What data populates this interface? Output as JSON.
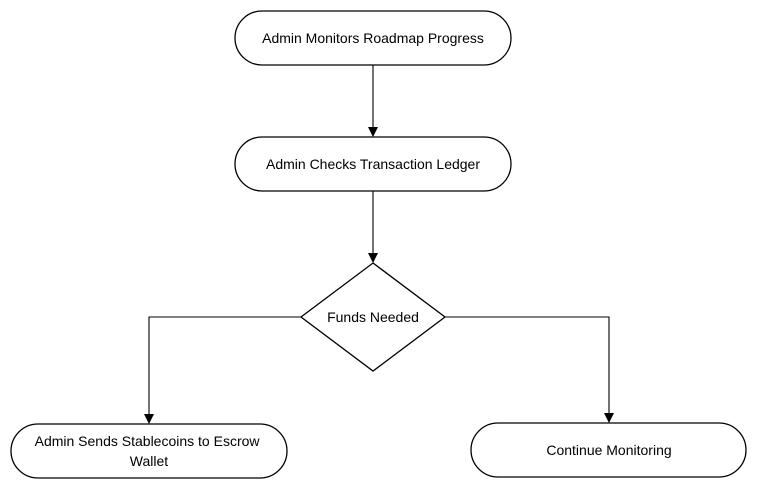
{
  "diagram": {
    "nodes": {
      "monitor": {
        "label": "Admin Monitors Roadmap Progress",
        "shape": "rounded-rect"
      },
      "ledger": {
        "label": "Admin Checks Transaction Ledger",
        "shape": "rounded-rect"
      },
      "decision": {
        "label": "Funds Needed",
        "shape": "diamond"
      },
      "send": {
        "label_line1": "Admin Sends Stablecoins to Escrow",
        "label_line2": "Wallet",
        "shape": "rounded-rect"
      },
      "continue": {
        "label": "Continue Monitoring",
        "shape": "rounded-rect"
      }
    },
    "edges": [
      {
        "from": "monitor",
        "to": "ledger"
      },
      {
        "from": "ledger",
        "to": "decision"
      },
      {
        "from": "decision",
        "to": "send"
      },
      {
        "from": "decision",
        "to": "continue"
      }
    ],
    "colors": {
      "stroke": "#000000",
      "fill": "#ffffff",
      "text": "#000000"
    }
  }
}
